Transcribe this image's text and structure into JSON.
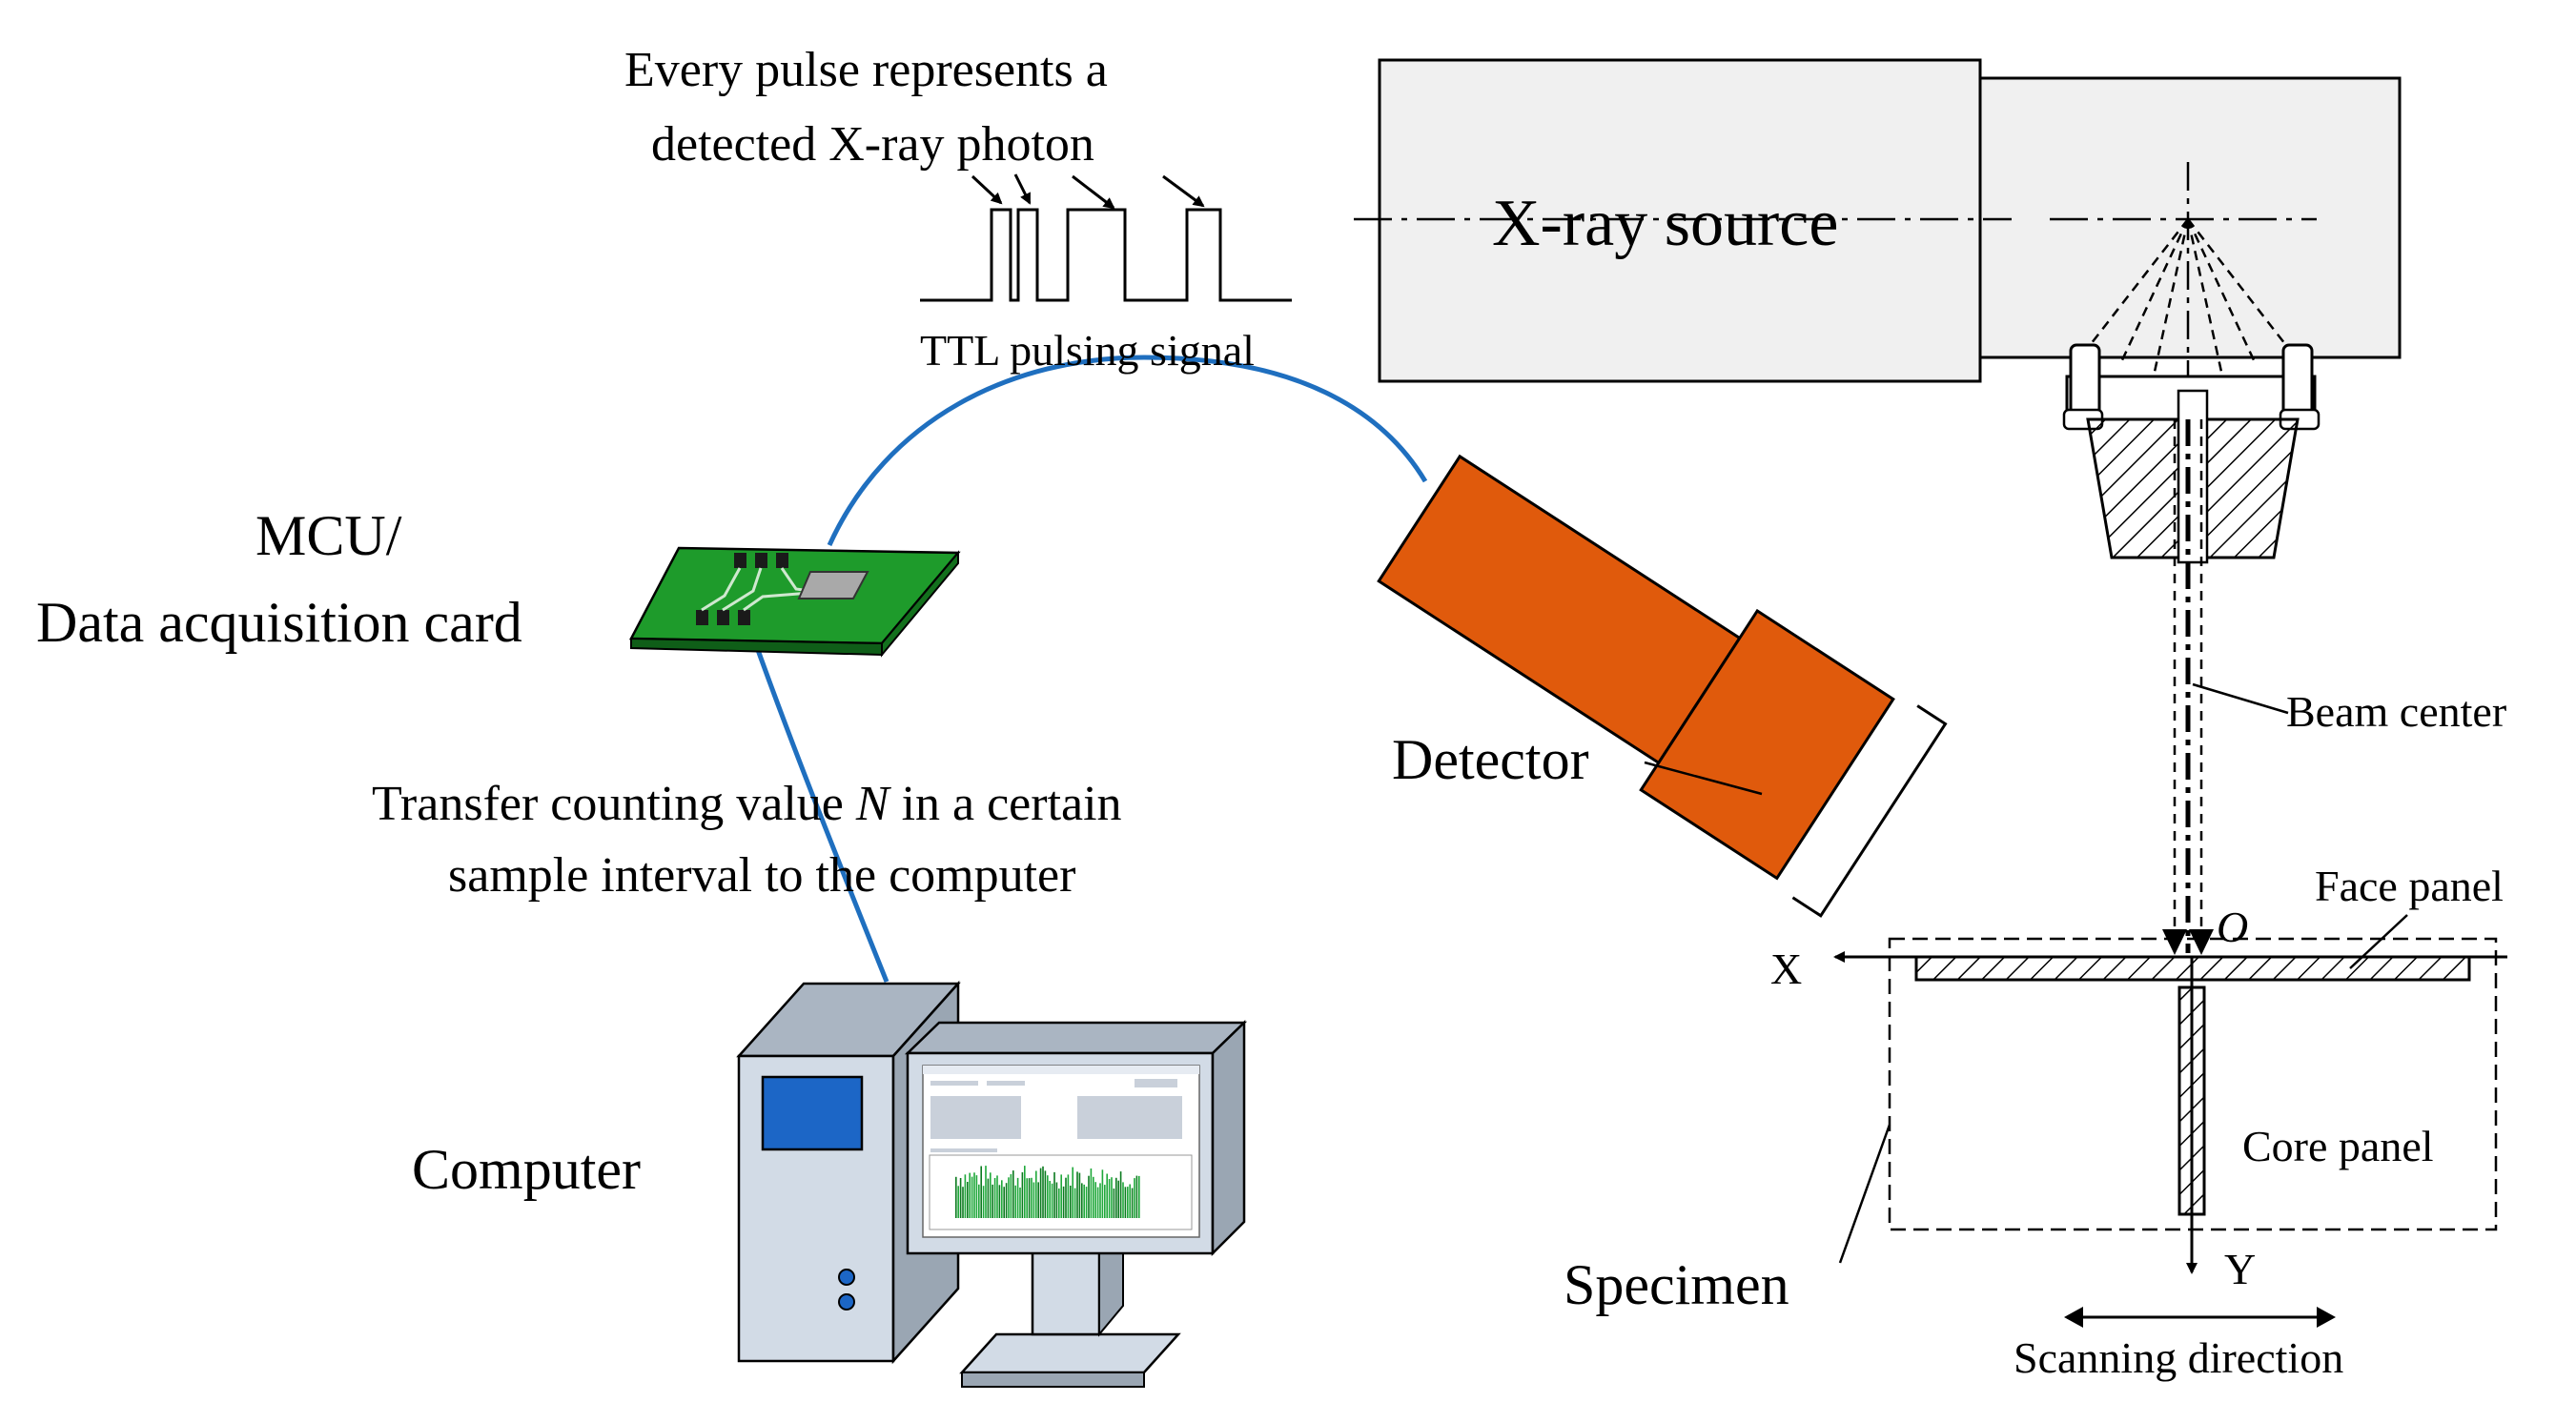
{
  "labels": {
    "pulse_line1": "Every pulse represents a",
    "pulse_line2": "detected X-ray photon",
    "ttl": "TTL pulsing signal",
    "mcu_line1": "MCU/",
    "mcu_line2": "Data acquisition card",
    "detector": "Detector",
    "xray_source": "X-ray source",
    "beam_center": "Beam center",
    "face_panel": "Face panel",
    "origin": "O",
    "axis_x": "X",
    "axis_y": "Y",
    "core_panel": "Core panel",
    "specimen": "Specimen",
    "scanning": "Scanning direction",
    "transfer_line1_pre": "Transfer counting value ",
    "transfer_var": "N",
    "transfer_line1_post": " in a certain",
    "transfer_line2": "sample interval to the computer",
    "computer": "Computer"
  },
  "colors": {
    "cable": "#1f6fbf",
    "detector": "#e05a0c",
    "pcb": "#1e9b2b",
    "monitor_screen": "#1c66c6",
    "case": "#d2dbe6",
    "source_box": "#f0f0f0"
  }
}
